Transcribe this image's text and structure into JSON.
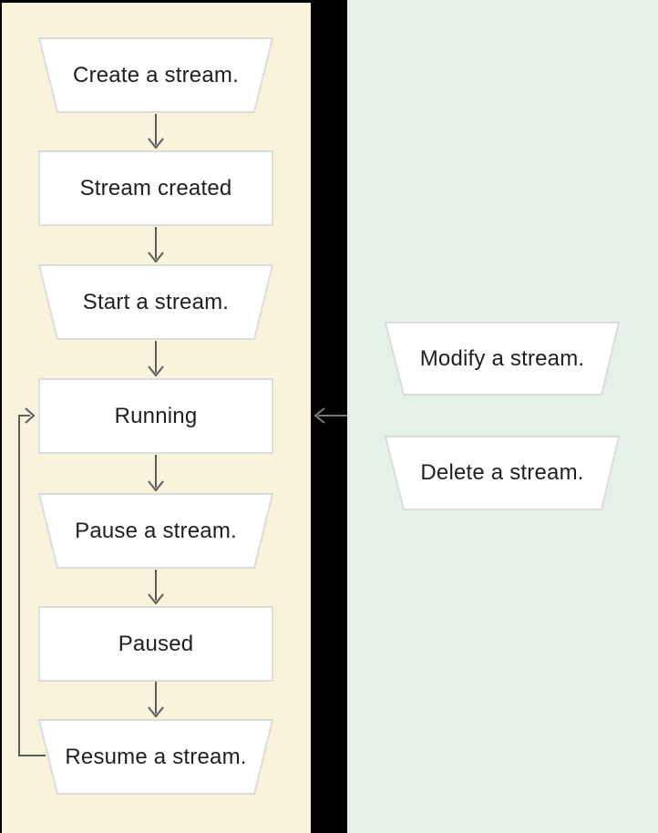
{
  "diagram": {
    "left_panel": {
      "background": "#FAF3DB",
      "nodes": [
        {
          "label": "Create a stream.",
          "shape": "trapezoid"
        },
        {
          "label": "Stream created",
          "shape": "rectangle"
        },
        {
          "label": "Start a stream.",
          "shape": "trapezoid"
        },
        {
          "label": "Running",
          "shape": "rectangle"
        },
        {
          "label": "Pause a stream.",
          "shape": "trapezoid"
        },
        {
          "label": "Paused",
          "shape": "rectangle"
        },
        {
          "label": "Resume a stream.",
          "shape": "trapezoid"
        }
      ]
    },
    "right_panel": {
      "background": "#E3F1E9",
      "nodes": [
        {
          "label": "Modify a stream.",
          "shape": "trapezoid"
        },
        {
          "label": "Delete a stream.",
          "shape": "trapezoid"
        }
      ]
    },
    "connectors": {
      "down_arrows": "create→created→start→running→pause→paused→resume",
      "loop_back": "resume→running",
      "side_arrow": "right-panel→running"
    },
    "colors": {
      "page_background": "#000000",
      "left_panel_background": "#FAF3DB",
      "right_panel_background": "#E3F1E9",
      "node_fill": "#FFFFFF",
      "node_border": "#DCDCDC",
      "connector": "#5B5B5B",
      "side_connector": "#7A7A7A",
      "text": "#1F1F1F"
    }
  }
}
